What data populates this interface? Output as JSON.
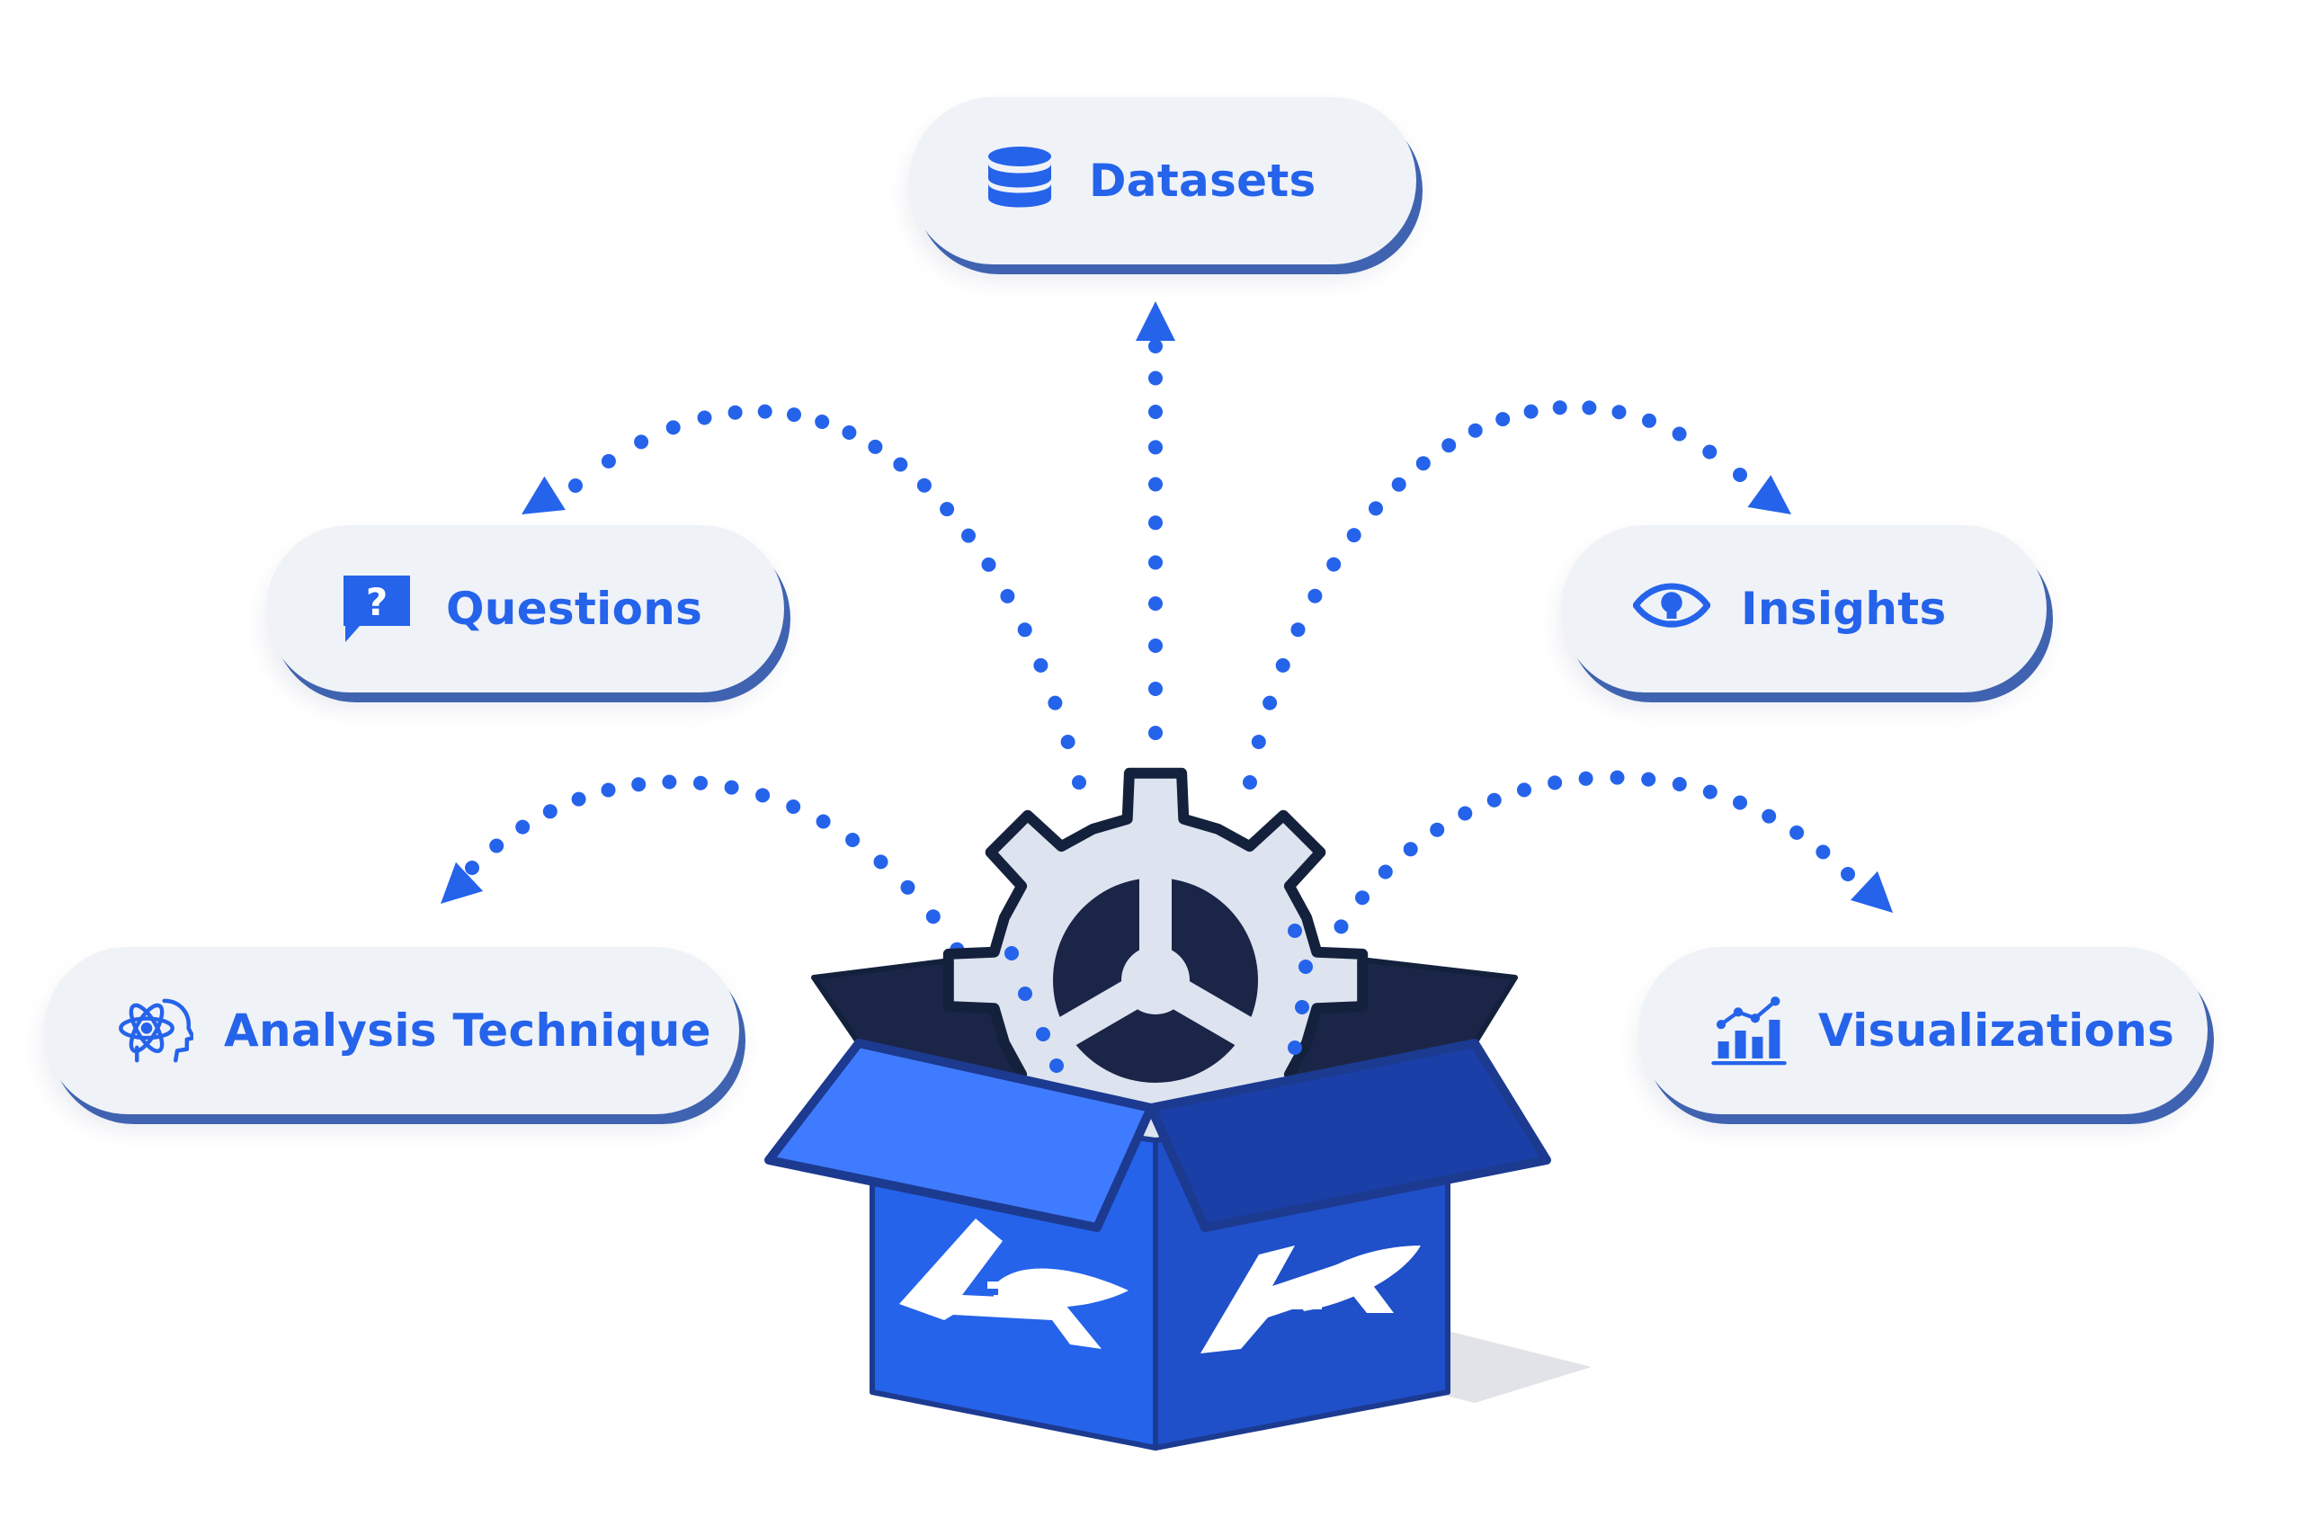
{
  "colors": {
    "accent": "#2563eb",
    "pill_bg": "#eff2f7",
    "pill_shadow": "#3f63b0",
    "box_front_left": "#2563eb",
    "box_front_right": "#1f50c9",
    "box_inside": "#1b2547",
    "gear": "#dde4ef",
    "outline": "#14213d"
  },
  "nodes": [
    {
      "id": "datasets",
      "label": "Datasets",
      "icon": "database-icon"
    },
    {
      "id": "questions",
      "label": "Questions",
      "icon": "question-bubble-icon"
    },
    {
      "id": "insights",
      "label": "Insights",
      "icon": "eye-bulb-icon"
    },
    {
      "id": "analysis",
      "label": "Analysis Technique",
      "icon": "atom-head-icon"
    },
    {
      "id": "visualizations",
      "label": "Visualizations",
      "icon": "bar-chart-trend-icon"
    }
  ],
  "center": {
    "box_icon": "open-box-icon",
    "gear_icon": "gear-icon",
    "logo_icon": "rocket-a-logo-icon"
  },
  "connectors": [
    {
      "from": "center",
      "to": "datasets",
      "style": "dotted-arrow"
    },
    {
      "from": "center",
      "to": "questions",
      "style": "dotted-arrow"
    },
    {
      "from": "center",
      "to": "insights",
      "style": "dotted-arrow"
    },
    {
      "from": "center",
      "to": "analysis",
      "style": "dotted-arrow"
    },
    {
      "from": "center",
      "to": "visualizations",
      "style": "dotted-arrow"
    }
  ]
}
